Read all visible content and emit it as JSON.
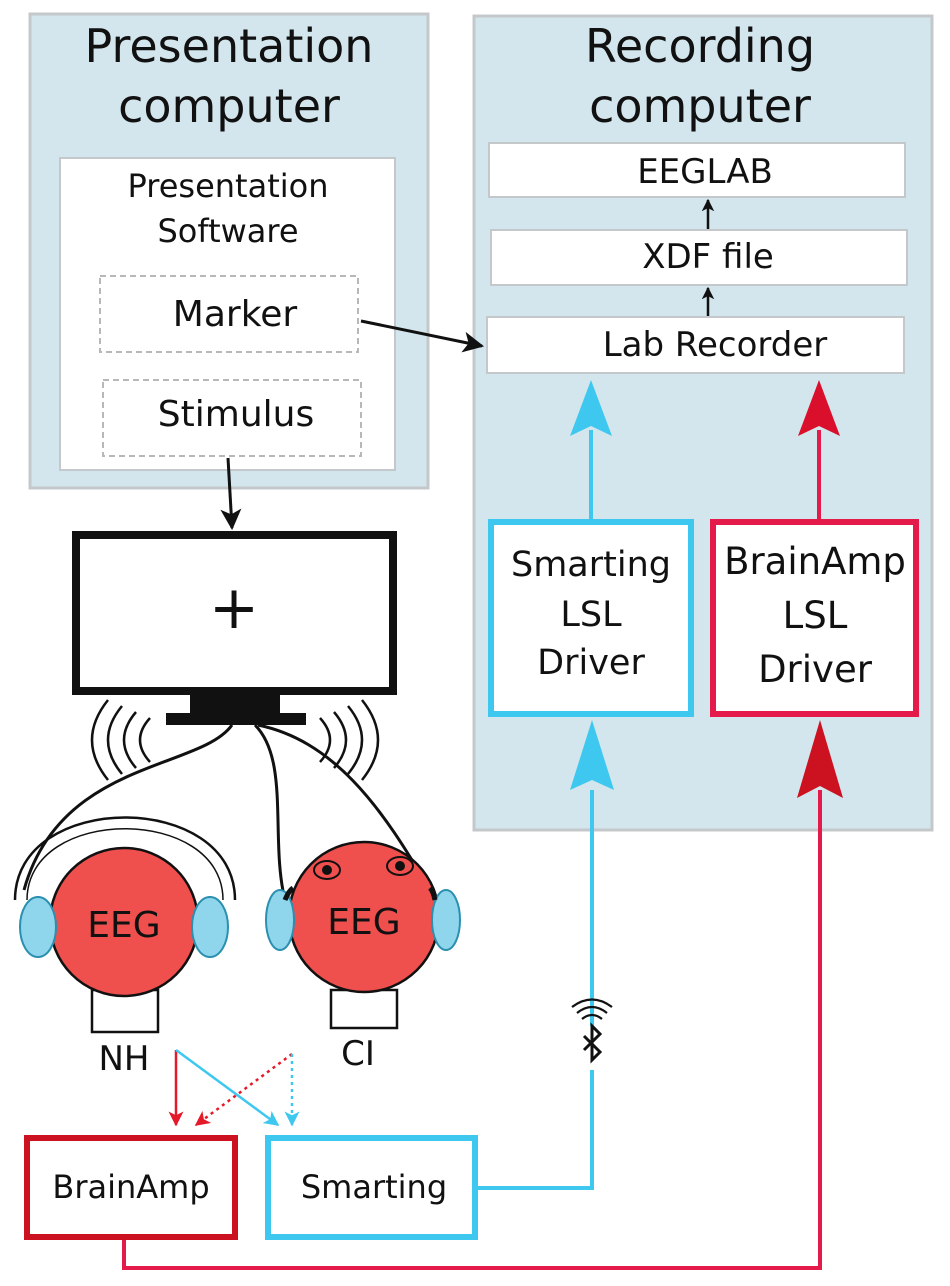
{
  "presentation_computer": {
    "title_line1": "Presentation",
    "title_line2": "computer",
    "software_line1": "Presentation",
    "software_line2": "Software",
    "marker": "Marker",
    "stimulus": "Stimulus"
  },
  "recording_computer": {
    "title_line1": "Recording",
    "title_line2": "computer",
    "eeglab": "EEGLAB",
    "xdf_file": "XDF file",
    "lab_recorder": "Lab Recorder",
    "smarting_driver": [
      "Smarting",
      "LSL",
      "Driver"
    ],
    "brainamp_driver": [
      "BrainAmp",
      "LSL",
      "Driver"
    ]
  },
  "monitor": {
    "symbol": "+"
  },
  "participants": {
    "nh": {
      "head": "EEG",
      "label": "NH"
    },
    "ci": {
      "head": "EEG",
      "label": "CI"
    }
  },
  "amplifiers": {
    "brainamp": "BrainAmp",
    "smarting": "Smarting"
  },
  "colors": {
    "panel_bg": "#d3e6ee",
    "panel_border": "#c4c8cb",
    "cyan": "#3fc8ef",
    "red": "#e41a4a",
    "dark_red": "#cc1120",
    "head_red": "#ef4f4d",
    "ear_cyan": "#8fd6ec"
  },
  "icons": {
    "bluetooth": "bluetooth-icon",
    "wireless": "wireless-signal-icon",
    "speaker": "sound-waves-icon"
  }
}
